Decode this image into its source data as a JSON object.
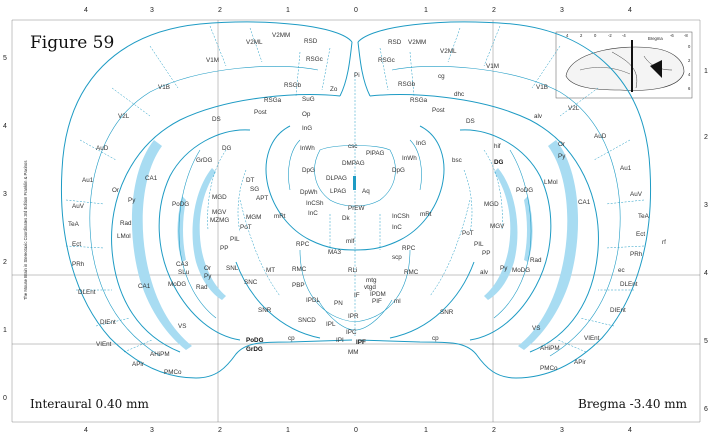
{
  "figure_title": "Figure 59",
  "interaural": "Interaural 0.40 mm",
  "bregma": "Bregma -3.40 mm",
  "side_credit": "The Mouse Brain in Stereotaxic Coordinates 3rd Edition  Franklin & Paxinos",
  "axes": {
    "top": [
      "4",
      "3",
      "2",
      "1",
      "0",
      "1",
      "2",
      "3",
      "4"
    ],
    "bottom": [
      "4",
      "3",
      "2",
      "1",
      "0",
      "1",
      "2",
      "3",
      "4"
    ],
    "left": [
      "5",
      "4",
      "3",
      "2",
      "1",
      "0"
    ],
    "right": [
      "1",
      "2",
      "3",
      "4",
      "5",
      "6"
    ]
  },
  "inset": {
    "label_bregma": "Bregma",
    "ticks_top": [
      "4",
      "2",
      "0",
      "-2",
      "-4",
      "-6",
      "-8"
    ],
    "ticks_side": [
      "0",
      "2",
      "4",
      "6"
    ]
  },
  "labels": {
    "V2ML_l": "V2ML",
    "V2MM_l": "V2MM",
    "RSD_l": "RSD",
    "RSGc_l": "RSGc",
    "V1M_l": "V1M",
    "RSGb_l": "RSGb",
    "V1B_l": "V1B",
    "RSGa_l": "RSGa",
    "Post_l": "Post",
    "V2L_l": "V2L",
    "DS_l": "DS",
    "AuD_l": "AuD",
    "DG_l": "DG",
    "GrDG_l": "GrDG",
    "Au1_l": "Au1",
    "CA1_l": "CA1",
    "AuV_l": "AuV",
    "Or_l": "Or",
    "Py_l": "Py",
    "Rad_l": "Rad",
    "TeA_l": "TeA",
    "LMol_l": "LMol",
    "PoDG_l": "PoDG",
    "Ect_l": "Ect",
    "CA3_l": "CA3",
    "SLu_l": "SLu",
    "MoDG_l": "MoDG",
    "PRh_l": "PRh",
    "Or2_l": "Or",
    "Py2_l": "Py",
    "Rad2_l": "Rad",
    "CA1b_l": "CA1",
    "DLEnt_l": "DLEnt",
    "DIEnt_l": "DIEnt",
    "VS_l": "VS",
    "VIEnt_l": "VIEnt",
    "AHiPM_l": "AHiPM",
    "APir_l": "APir",
    "PMCo_l": "PMCo",
    "PoDGb_l": "PoDG",
    "GrDGb_l": "GrDG",
    "Pi": "Pi",
    "Zo": "Zo",
    "SuG": "SuG",
    "Op": "Op",
    "InG_l": "InG",
    "InWh_l": "InWh",
    "csc": "csc",
    "PlPAG": "PlPAG",
    "DMPAG": "DMPAG",
    "DLPAG": "DLPAG",
    "DpG_l": "DpG",
    "LPAG": "LPAG",
    "Aq": "Aq",
    "DpWh": "DpWh",
    "InCSh_l": "InCSh",
    "InC_l": "InC",
    "Dk": "Dk",
    "PrEW": "PrEW",
    "DT": "DT",
    "SG": "SG",
    "APT": "APT",
    "MGD_l": "MGD",
    "MGV_l": "MGV",
    "MZMG": "MZMG",
    "MGM": "MGM",
    "PoT_l": "PoT",
    "PIL_l": "PIL",
    "PP_l": "PP",
    "mRt_l": "mRt",
    "RPC_l": "RPC",
    "MA3": "MA3",
    "mlf": "mlf",
    "SNL": "SNL",
    "MT": "MT",
    "RMC_l": "RMC",
    "RLi": "RLi",
    "SNC": "SNC",
    "PBP": "PBP",
    "mtg": "mtg",
    "vtgd": "vtgd",
    "SNR_l": "SNR",
    "IPDL": "IPDL",
    "PN": "PN",
    "IF": "IF",
    "IPDM": "IPDM",
    "PIF": "PIF",
    "ml_r": "ml",
    "SNCD": "SNCD",
    "IPR": "IPR",
    "IPL": "IPL",
    "IPC": "IPC",
    "IPI": "IPI",
    "IPF": "IPF",
    "cp_l": "cp",
    "cp_r": "cp",
    "MM": "MM",
    "RSD_r": "RSD",
    "V2MM_r": "V2MM",
    "RSGc_r": "RSGc",
    "V2ML_r": "V2ML",
    "cg": "cg",
    "V1M_r": "V1M",
    "RSGb_r": "RSGb",
    "dhc": "dhc",
    "V1B_r": "V1B",
    "RSGa_r": "RSGa",
    "Post_r": "Post",
    "alv_r": "alv",
    "V2L_r": "V2L",
    "DS_r": "DS",
    "hif": "hif",
    "InG_r": "InG",
    "InWh_r": "InWh",
    "DpG_r": "DpG",
    "bsc": "bsc",
    "DG_r": "DG",
    "Or_r": "Or",
    "Py_r": "Py",
    "AuD_r": "AuD",
    "LMol_r": "LMol",
    "PoDG_r": "PoDG",
    "AuV_r": "AuV",
    "Au1_r": "Au1",
    "CA1_r": "CA1",
    "MGD_r": "MGD",
    "MGV_r": "MGV",
    "mRt_r": "mRt",
    "InCSh_r": "InCSh",
    "InC_r": "InC",
    "PoT_r": "PoT",
    "PIL_r": "PIL",
    "PP_r": "PP",
    "RPC_r": "RPC",
    "scp": "scp",
    "RMC_r": "RMC",
    "alv2_r": "alv",
    "Py2_r": "Py",
    "Rad_r": "Rad",
    "MoDG_r": "MoDG",
    "ec": "ec",
    "rf": "rf",
    "TeA_r": "TeA",
    "Ect_r": "Ect",
    "PRh_r": "PRh",
    "SNR_r": "SNR",
    "DLEnt_r": "DLEnt",
    "DIEnt_r": "DIEnt",
    "VS_r": "VS",
    "VIEnt_r": "VIEnt",
    "AHiPM_r": "AHiPM",
    "APir_r": "APir",
    "PMCo_r": "PMCo"
  },
  "colors": {
    "outline": "#1e9bc4",
    "tract_fill": "#a8dcf2",
    "grid": "#6a6a6a"
  }
}
